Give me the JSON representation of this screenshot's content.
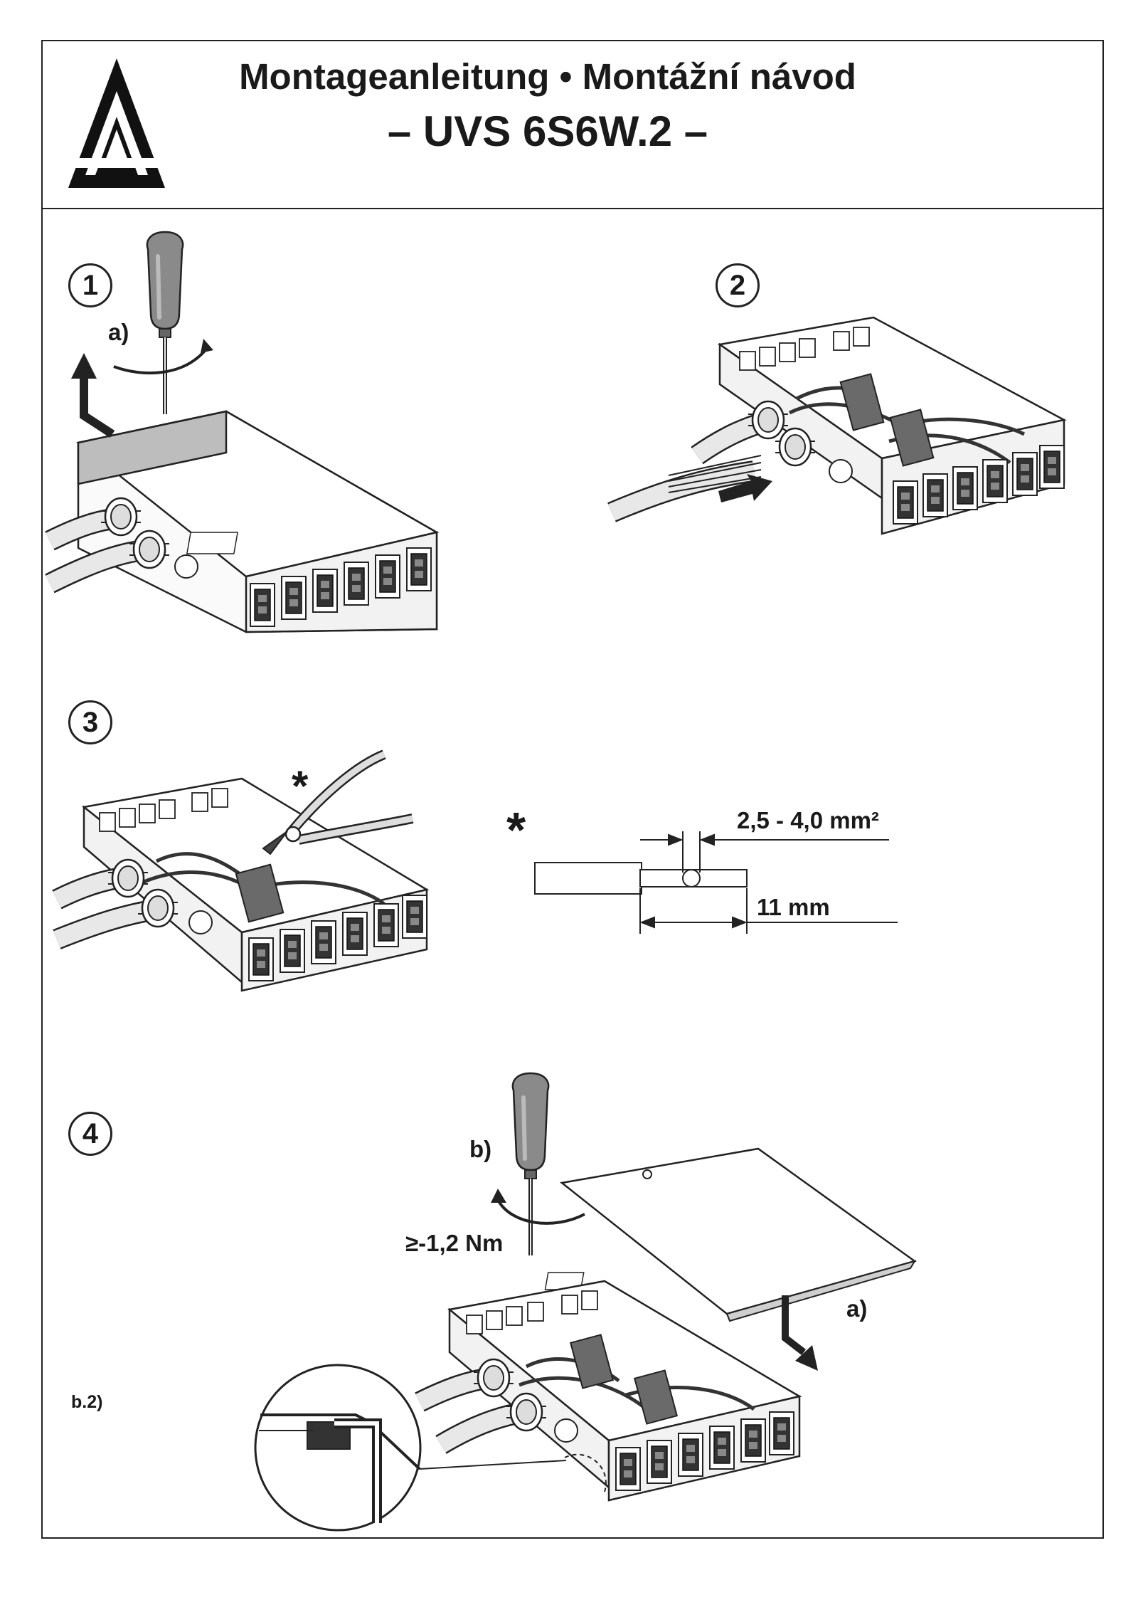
{
  "header": {
    "title_line1": "Montageanleitung • Montážní návod",
    "title_line2": "– UVS 6S6W.2 –",
    "logo_icon": "triangle-logo-icon"
  },
  "steps": [
    {
      "number": "1",
      "labels": {
        "a": "a)"
      }
    },
    {
      "number": "2"
    },
    {
      "number": "3",
      "asterisk": "*"
    },
    {
      "number": "4",
      "labels": {
        "a": "a)",
        "b": "b)",
        "b2": "b.2)",
        "torque": "≥-1,2 Nm"
      }
    }
  ],
  "detail_spec": {
    "asterisk": "*",
    "cross_section": "2,5 - 4,0 mm²",
    "strip_length": "11 mm"
  }
}
